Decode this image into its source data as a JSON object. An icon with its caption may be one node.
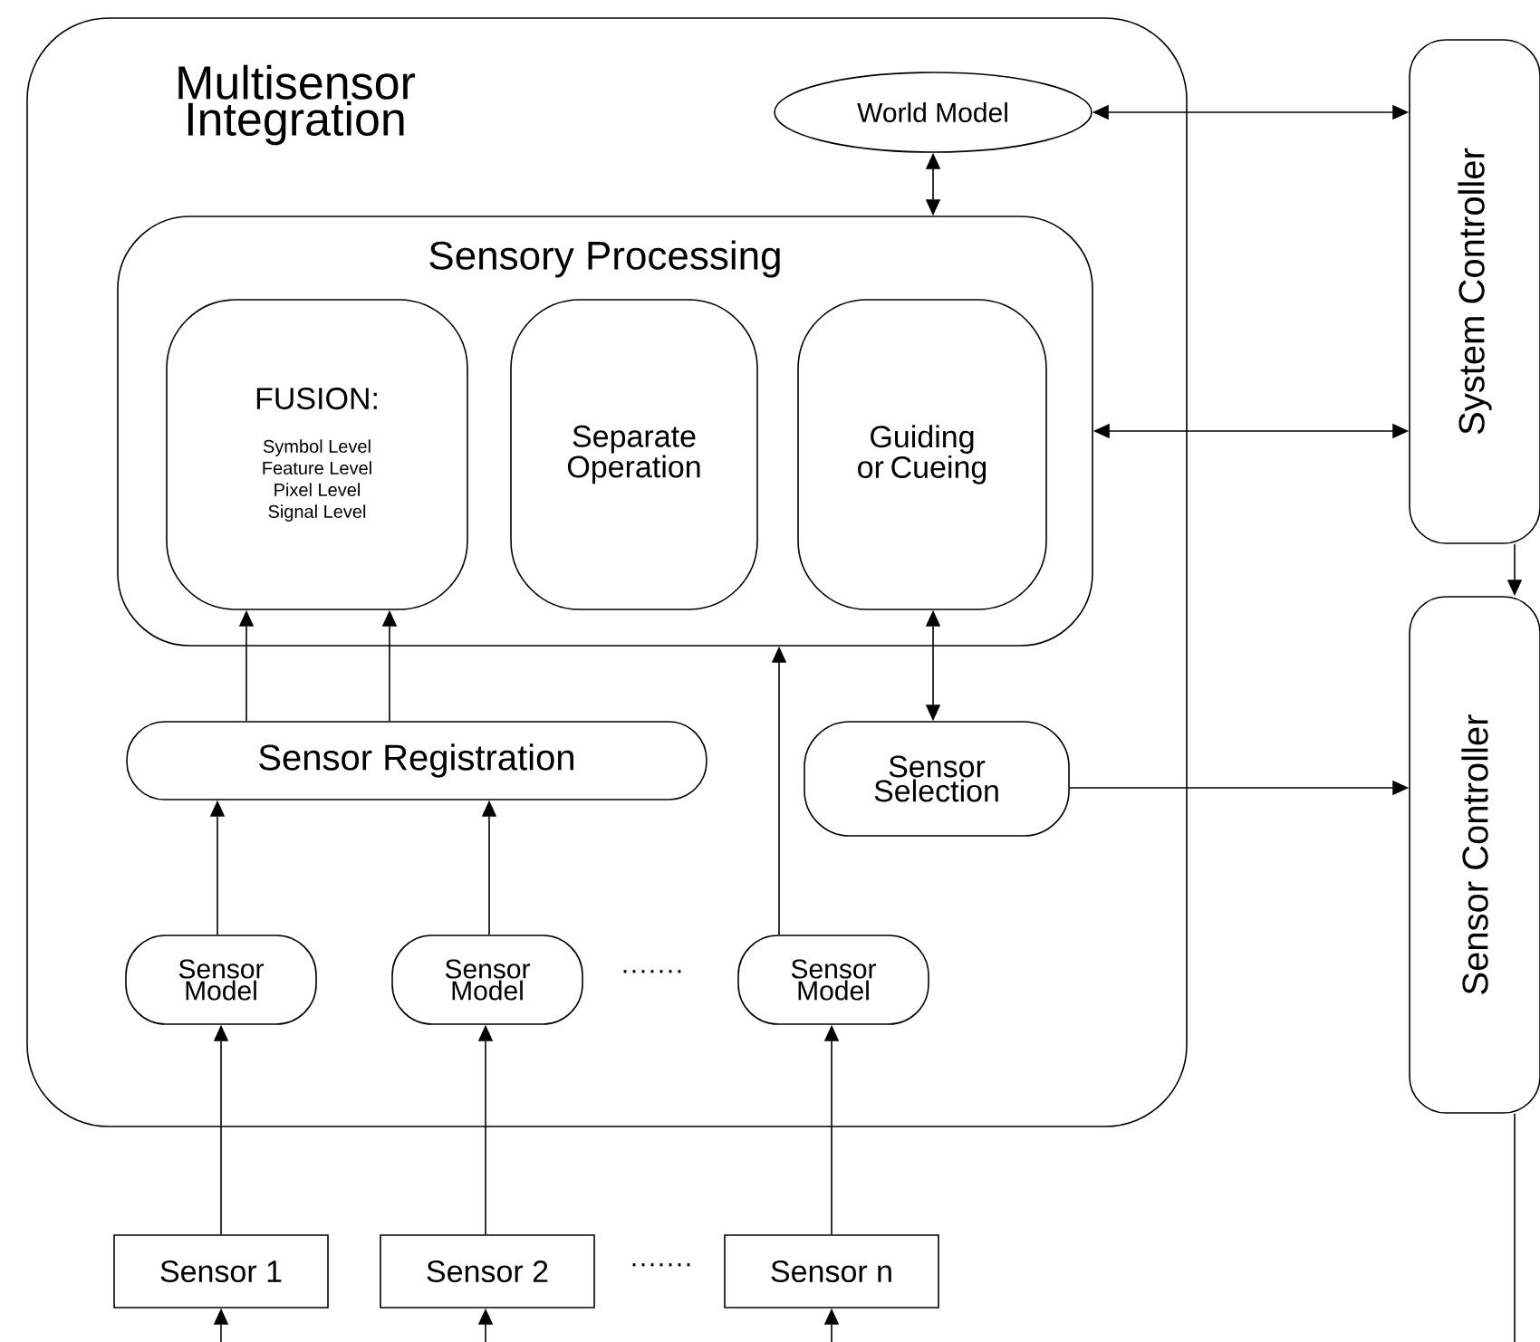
{
  "diagram": {
    "nodes": [
      {
        "text": [
          "Multisensor Integration"
        ]
      },
      {
        "text": [
          "World Model"
        ],
        "in": 0
      },
      {
        "text": [
          "System Controller"
        ]
      },
      {
        "text": [
          "Sensory Processing"
        ],
        "in": 0
      },
      {
        "text": [
          "FUSION:",
          "Symbol Level",
          "Feature Level",
          "Pixel Level",
          "Signal Level"
        ],
        "in": 3
      },
      {
        "text": [
          "Separate Operation"
        ],
        "in": 3
      },
      {
        "text": [
          "Guiding or Cueing"
        ],
        "in": 3
      },
      {
        "text": [
          "Sensor Registration"
        ],
        "in": 0
      },
      {
        "text": [
          "Sensor Selection"
        ],
        "in": 0
      },
      {
        "text": [
          "Sensor Controller"
        ]
      },
      {
        "text": [
          "Sensor Model"
        ],
        "in": 0
      },
      {
        "text": [
          "Sensor Model"
        ],
        "in": 0
      },
      {
        "text": [
          "Sensor Model"
        ],
        "in": 0
      },
      {
        "text": [
          "Sensor 1"
        ]
      },
      {
        "text": [
          "Sensor 2"
        ]
      },
      {
        "text": [
          "Sensor n"
        ]
      }
    ],
    "edges": [
      {
        "from": 1,
        "to": 2,
        "arrow": "both"
      },
      {
        "from": 1,
        "to": 3,
        "arrow": "both"
      },
      {
        "from": 3,
        "to": 2,
        "arrow": "both"
      },
      {
        "from": 2,
        "to": 9,
        "arrow": "to"
      },
      {
        "from": 7,
        "to": 4,
        "arrow": "to"
      },
      {
        "from": 7,
        "to": 4,
        "arrow": "to"
      },
      {
        "from": 6,
        "to": 8,
        "arrow": "both"
      },
      {
        "from": 8,
        "to": 9,
        "arrow": "to"
      },
      {
        "from": 10,
        "to": 7,
        "arrow": "to"
      },
      {
        "from": 11,
        "to": 7,
        "arrow": "to"
      },
      {
        "from": 12,
        "to": 3,
        "arrow": "to"
      },
      {
        "from": 13,
        "to": 10,
        "arrow": "to"
      },
      {
        "from": 14,
        "to": 11,
        "arrow": "to"
      },
      {
        "from": 15,
        "to": 12,
        "arrow": "to"
      },
      {
        "from": null,
        "to": 13,
        "arrow": "to"
      },
      {
        "from": null,
        "to": 14,
        "arrow": "to"
      },
      {
        "from": null,
        "to": 15,
        "arrow": "to"
      },
      {
        "from": 9,
        "to": null,
        "arrow": "none"
      }
    ],
    "labels": [
      "·······",
      "·······"
    ]
  }
}
